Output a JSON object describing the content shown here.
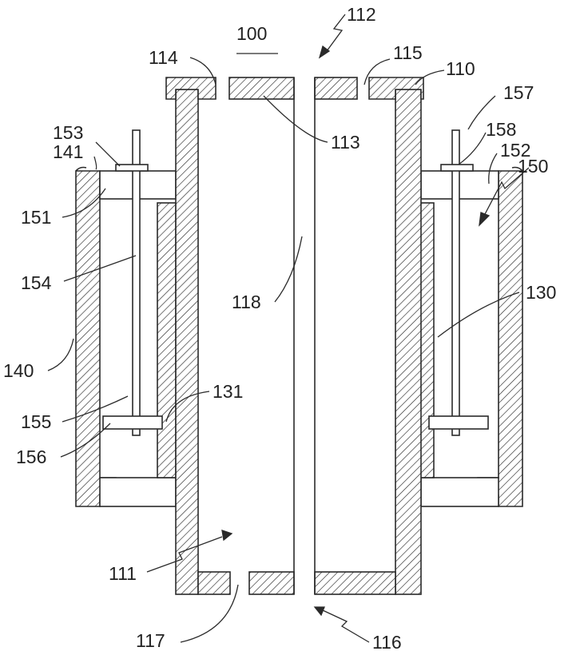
{
  "figure": {
    "background": "#ffffff",
    "line_color": "#2a2a2a",
    "hatch_color": "#2a2a2a"
  },
  "labels": {
    "assembly": "100",
    "inner_cylinder": "110",
    "chamber": "111",
    "top_opening": "112",
    "cover_plate": "113",
    "cover_hole_left": "114",
    "cover_hole_right": "115",
    "bottom_opening": "116",
    "bottom_hole": "117",
    "center_tube": "118",
    "sleeve": "130",
    "sleeve_gap": "131",
    "outer_housing": "140",
    "housing_flange": "141",
    "adjuster": "150",
    "lug_left": "151",
    "lug_right": "152",
    "nut_left": "153",
    "rod_left": "154",
    "rod_lower_left": "155",
    "plate_left": "156",
    "rod_right": "157",
    "nut_right": "158"
  }
}
